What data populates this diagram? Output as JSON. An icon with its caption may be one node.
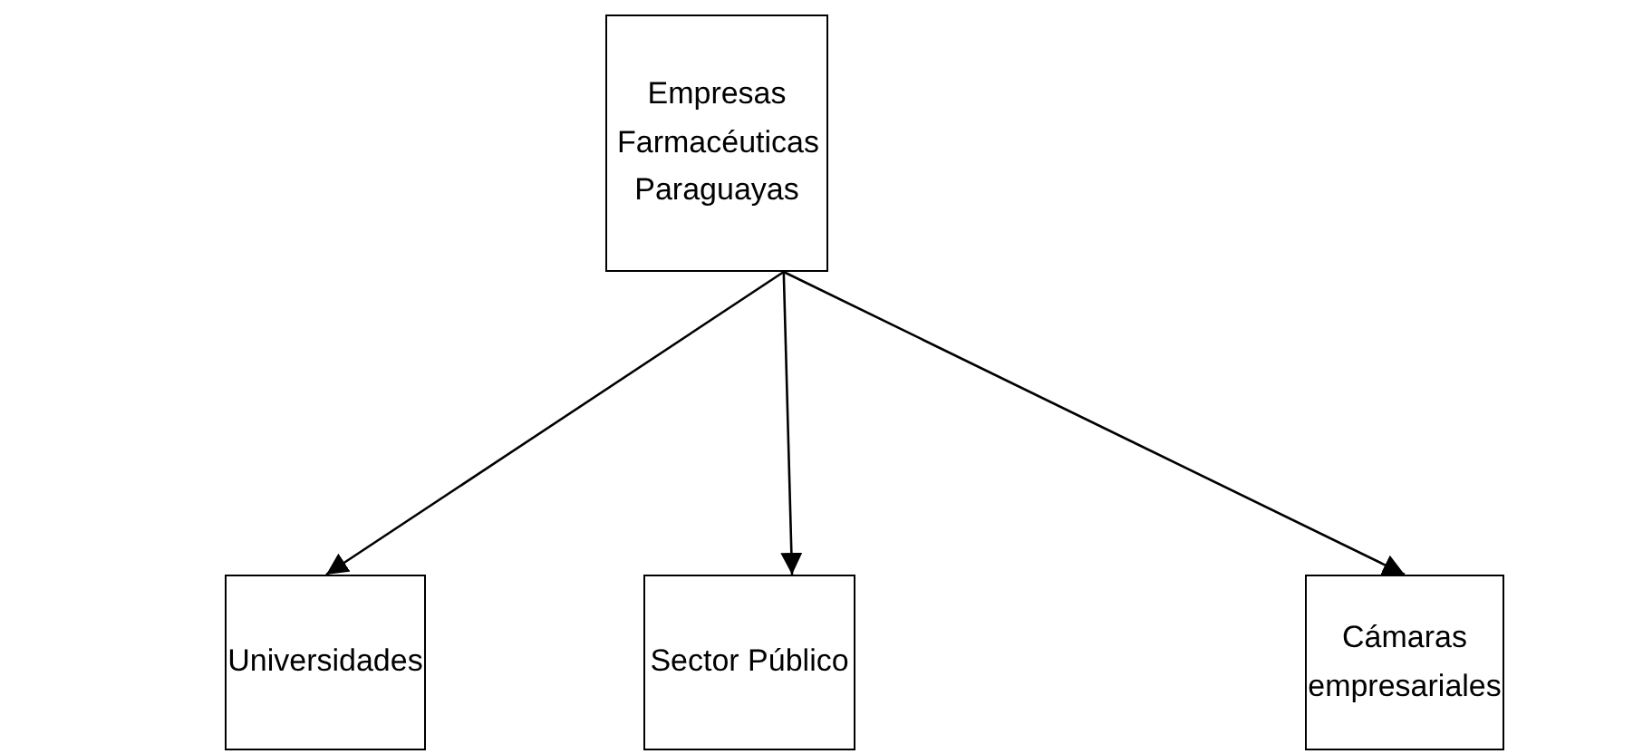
{
  "diagram": {
    "nodes": [
      {
        "text": [
          "Empresas Farmacéuticas Paraguayas"
        ]
      },
      {
        "text": [
          "Universidades"
        ]
      },
      {
        "text": [
          "Sector Público"
        ]
      },
      {
        "text": [
          "Cámaras empresariales"
        ]
      }
    ],
    "edges": [
      {
        "from": 0,
        "to": 1,
        "arrow": "to"
      },
      {
        "from": 0,
        "to": 2,
        "arrow": "to"
      },
      {
        "from": 0,
        "to": 3,
        "arrow": "to"
      }
    ]
  }
}
